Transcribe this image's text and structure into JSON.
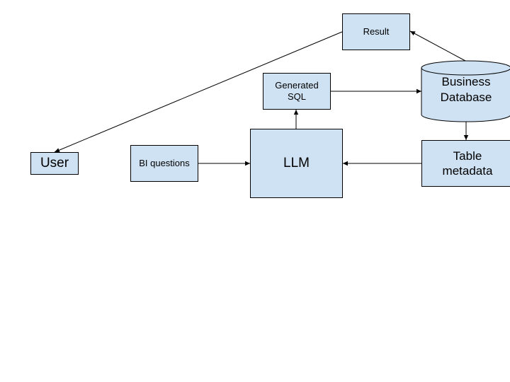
{
  "colors": {
    "node_fill": "#cfe2f3",
    "stroke": "#000000",
    "background": "#ffffff"
  },
  "nodes": {
    "result": "Result",
    "generated_sql": "Generated\nSQL",
    "business_database": "Business\nDatabase",
    "llm": "LLM",
    "bi_questions": "BI questions",
    "user": "User",
    "table_metadata": "Table\nmetadata"
  },
  "edges": [
    {
      "from": "bi_questions",
      "to": "llm"
    },
    {
      "from": "table_metadata",
      "to": "llm"
    },
    {
      "from": "llm",
      "to": "generated_sql"
    },
    {
      "from": "generated_sql",
      "to": "business_database"
    },
    {
      "from": "business_database",
      "to": "table_metadata"
    },
    {
      "from": "business_database",
      "to": "result"
    },
    {
      "from": "result",
      "to": "user"
    }
  ]
}
